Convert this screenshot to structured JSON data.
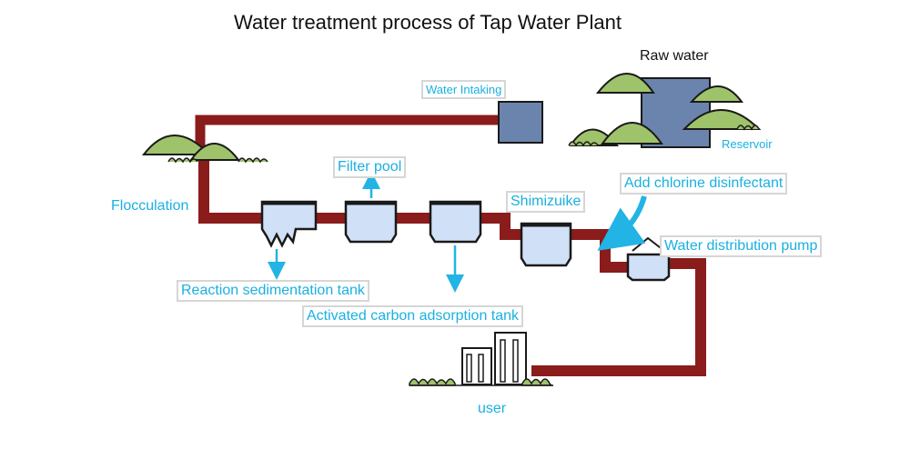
{
  "title": "Water treatment process of Tap Water Plant",
  "labels": {
    "raw_water": "Raw water",
    "reservoir": "Reservoir",
    "water_intaking": "Water Intaking",
    "flocculation": "Flocculation",
    "filter_pool": "Filter pool",
    "shimizuike": "Shimizuike",
    "add_chlorine": "Add chlorine disinfectant",
    "distribution_pump": "Water distribution pump",
    "reaction_tank": "Reaction sedimentation tank",
    "carbon_tank": "Activated carbon adsorption tank",
    "user": "user"
  },
  "colors": {
    "pipe": "#8b1c1c",
    "tank_fill": "#cfe0f7",
    "tank_stroke": "#1a1a1a",
    "intake_box": "#6b84ad",
    "reservoir_box": "#6b84ad",
    "hill": "#9fc36b",
    "arrow": "#22b4e4",
    "label": "#1ab0e0"
  }
}
